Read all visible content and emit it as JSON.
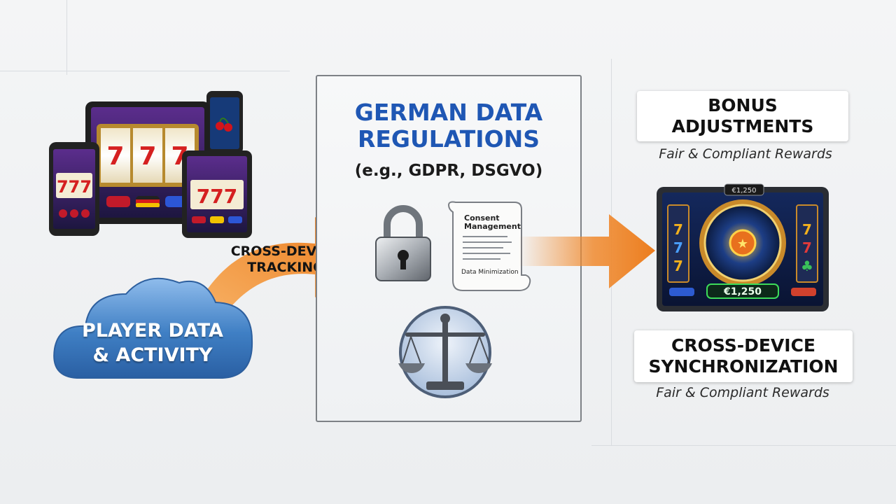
{
  "source": {
    "cloud_label_line1": "PLAYER DATA",
    "cloud_label_line2": "& ACTIVITY",
    "device_reels": [
      "777",
      "777",
      "777"
    ]
  },
  "connector": {
    "tracking_label_line1": "CROSS-DEVICE",
    "tracking_label_line2": "TRACKING"
  },
  "regulations": {
    "title_line1": "GERMAN DATA",
    "title_line2": "REGULATIONS",
    "subtitle": "(e.g., GDPR, DSGVO)",
    "document_heading_line1": "Consent",
    "document_heading_line2": "Management",
    "document_footer": "Data Minimization",
    "icons": [
      "lock-icon",
      "scroll-document-icon",
      "scales-of-justice-icon"
    ]
  },
  "outcomes": {
    "bonus_title_line1": "BONUS",
    "bonus_title_line2": "ADJUSTMENTS",
    "bonus_tagline": "Fair & Compliant Rewards",
    "sync_title_line1": "CROSS-DEVICE",
    "sync_title_line2": "SYNCHRONIZATION",
    "sync_tagline": "Fair & Compliant Rewards",
    "tablet_top_amount": "€1,250",
    "tablet_win_amount": "€1,250"
  },
  "colors": {
    "title_blue": "#1f57b4",
    "arrow_orange": "#f08a2e",
    "cloud_blue": "#3f7fc4",
    "panel_border": "#7d8186"
  }
}
